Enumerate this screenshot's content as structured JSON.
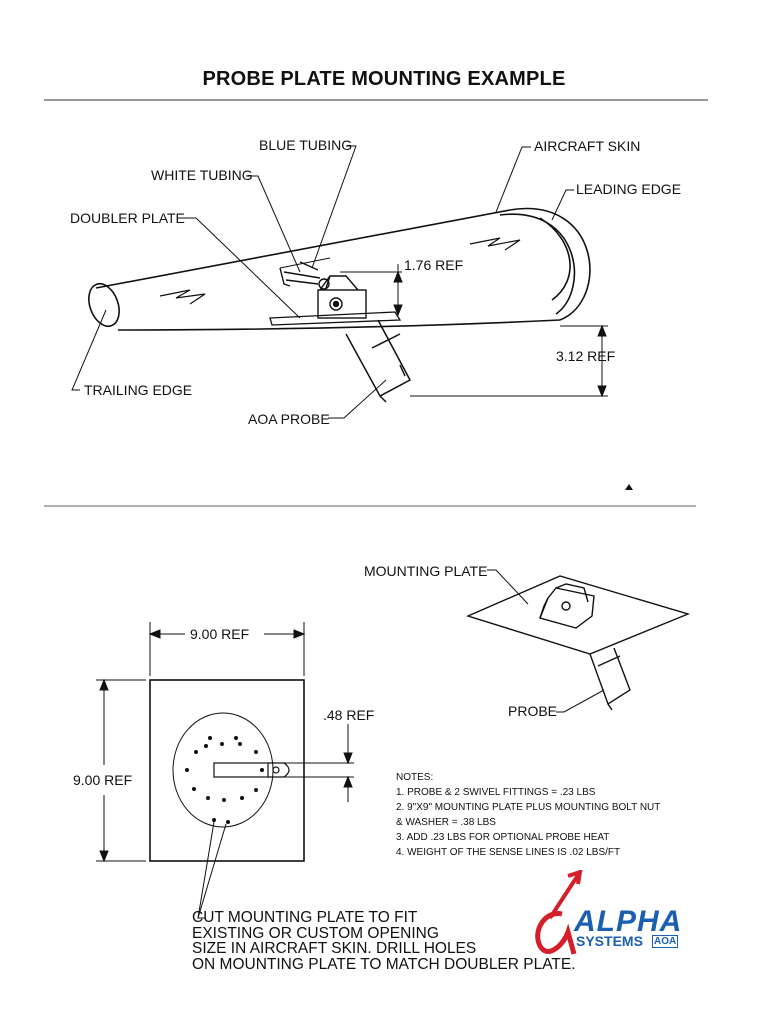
{
  "title": "PROBE PLATE MOUNTING EXAMPLE",
  "top_diagram": {
    "labels": {
      "blue_tubing": "BLUE TUBING",
      "aircraft_skin": "AIRCRAFT SKIN",
      "white_tubing": "WHITE TUBING",
      "leading_edge": "LEADING EDGE",
      "doubler_plate": "DOUBLER PLATE",
      "trailing_edge": "TRAILING EDGE",
      "aoa_probe": "AOA PROBE"
    },
    "dimensions": {
      "height_above_skin": "1.76 REF",
      "height_below_skin": "3.12 REF"
    }
  },
  "bottom_diagram": {
    "labels": {
      "mounting_plate": "MOUNTING PLATE",
      "probe": "PROBE"
    },
    "dimensions": {
      "width": "9.00 REF",
      "height": "9.00 REF",
      "slot_width": ".48 REF"
    }
  },
  "notes": {
    "heading": "NOTES:",
    "items": [
      "1.  PROBE & 2 SWIVEL FITTINGS = .23 LBS",
      "2.  9\"X9\" MOUNTING PLATE PLUS MOUNTING BOLT NUT",
      "     & WASHER = .38 LBS",
      "3.  ADD .23 LBS FOR OPTIONAL PROBE HEAT",
      "4.  WEIGHT OF THE SENSE LINES IS .02 LBS/FT"
    ]
  },
  "cut_instruction": [
    "CUT MOUNTING PLATE TO FIT",
    "EXISTING OR CUSTOM OPENING",
    "SIZE IN AIRCRAFT SKIN. DRILL HOLES",
    "ON MOUNTING PLATE TO MATCH DOUBLER PLATE."
  ],
  "logo": {
    "brand": "ALPHA",
    "sub": "SYSTEMS",
    "badge": "AOA",
    "colors": {
      "alpha_symbol": "#d3202a",
      "text": "#1b5fb0"
    }
  }
}
